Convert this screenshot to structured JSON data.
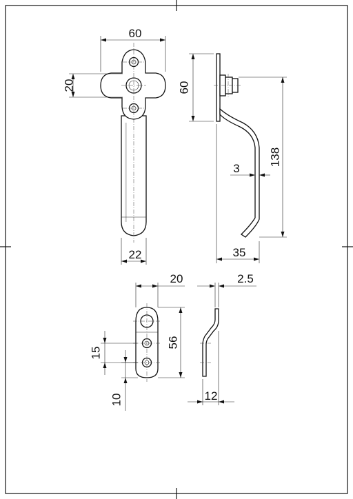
{
  "drawing": {
    "dimensions": {
      "handle_width": "60",
      "handle_hole_spacing": "20",
      "handle_grip_width": "22",
      "side_plate_height": "60",
      "side_length": "138",
      "side_thickness": "3",
      "side_offset": "35",
      "keeper_width": "20",
      "keeper_thickness": "2.5",
      "keeper_height": "56",
      "keeper_hole_spacing": "15",
      "keeper_edge_distance": "10",
      "keeper_depth": "12"
    }
  }
}
